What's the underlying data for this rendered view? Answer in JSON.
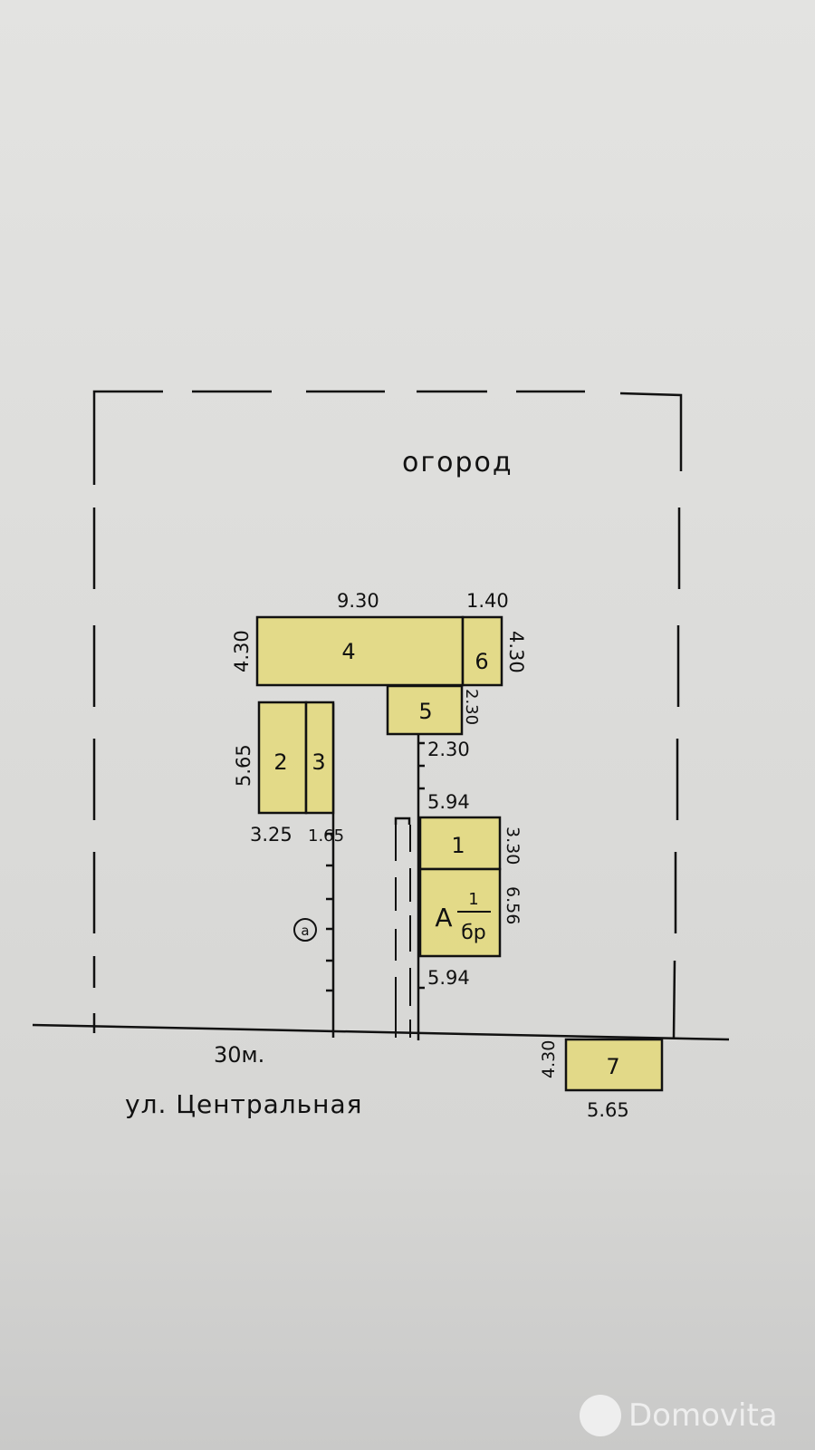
{
  "plan": {
    "garden_label": "огород",
    "street_label": "ул. Центральная",
    "frontage_label": "30м.",
    "circle_marker": "a",
    "fill_color": "#e4d97a",
    "line_color": "#111111",
    "buildings": [
      {
        "id": "4",
        "label": "4",
        "width": "9.30",
        "depth": "4.30"
      },
      {
        "id": "6",
        "label": "6",
        "width": "1.40",
        "depth": "4.30"
      },
      {
        "id": "5",
        "label": "5",
        "width": "2.30",
        "depth": "2.30"
      },
      {
        "id": "2",
        "label": "2",
        "width": "3.25",
        "depth": "5.65"
      },
      {
        "id": "3",
        "label": "3",
        "width": "1.65",
        "depth": "5.65"
      },
      {
        "id": "1",
        "label": "1",
        "width": "5.94",
        "depth": "3.30"
      },
      {
        "id": "A",
        "label": "А",
        "fraction_top": "1",
        "fraction_bottom": "бр",
        "width": "5.94",
        "depth": "6.56"
      },
      {
        "id": "7",
        "label": "7",
        "width": "5.65",
        "depth": "4.30"
      }
    ],
    "dimensions": {
      "b4_width": "9.30",
      "b6_width": "1.40",
      "b4_depth": "4.30",
      "b6_depth": "4.30",
      "b5_depth": "2.30",
      "b5_width": "2.30",
      "b23_depth": "5.65",
      "b2_width": "3.25",
      "b3_width": "1.65",
      "b1_width_top": "5.94",
      "b1_depth": "3.30",
      "bA_depth": "6.56",
      "bA_width_bottom": "5.94",
      "b7_depth": "4.30",
      "b7_width": "5.65"
    }
  },
  "watermark": {
    "text": "Domovita"
  }
}
